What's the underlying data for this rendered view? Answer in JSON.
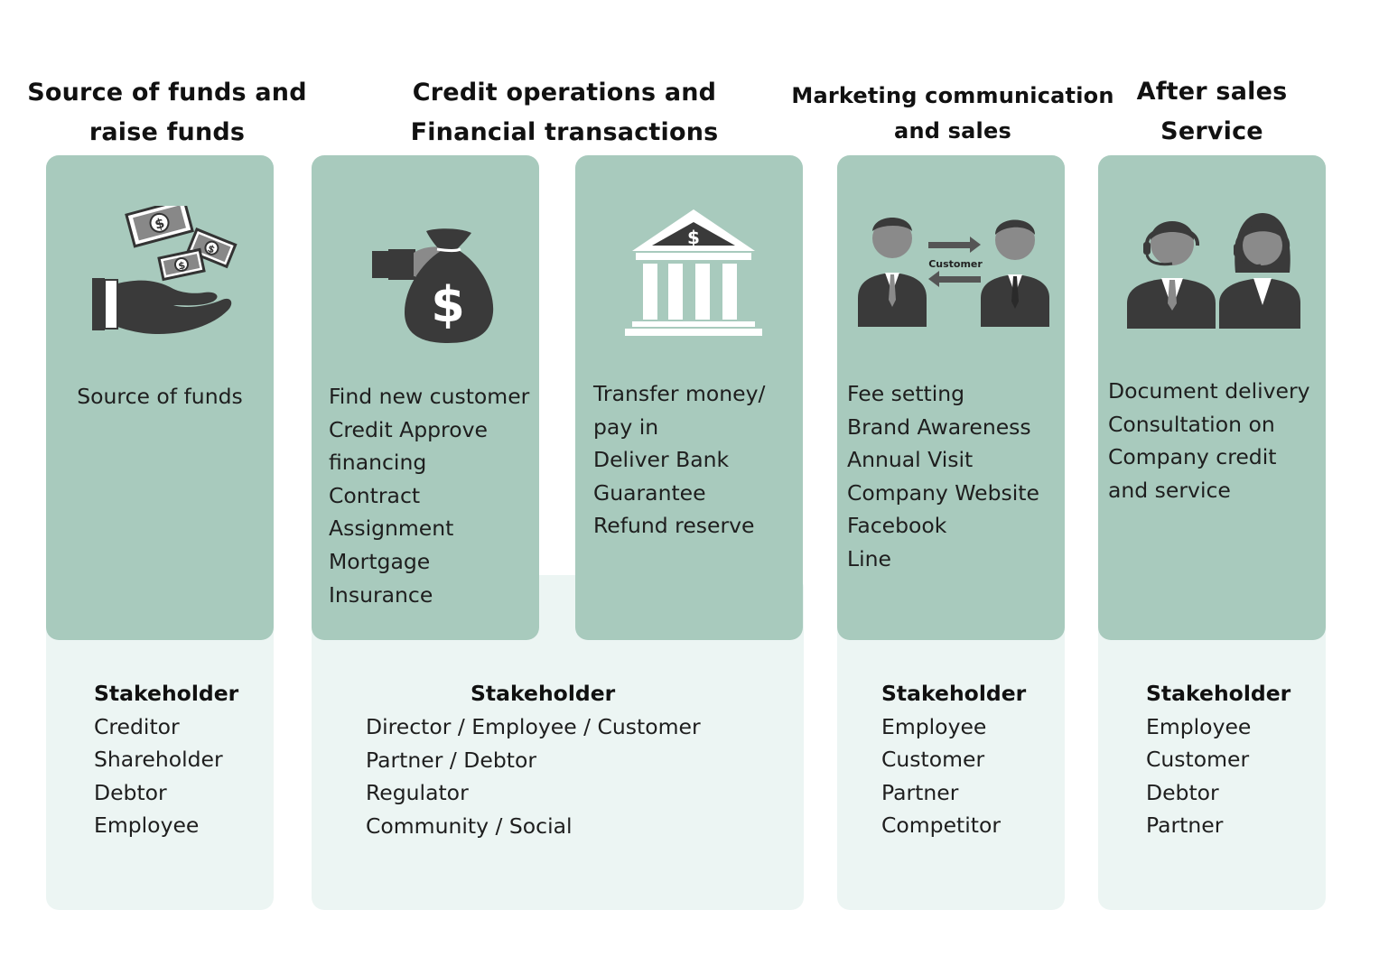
{
  "headings": {
    "col1": [
      "Source of funds and",
      "raise funds"
    ],
    "col2": [
      "Credit operations and",
      "Financial transactions"
    ],
    "col3": [
      "Marketing communication",
      "and sales"
    ],
    "col4": [
      "After sales",
      "Service"
    ]
  },
  "icons": {
    "card1": "money-hand-icon",
    "card2": "money-bag-icon",
    "card3": "bank-icon",
    "card4": "customer-exchange-icon",
    "card5": "support-agents-icon",
    "exchange_label": "Customer"
  },
  "cards": {
    "card1": [
      "Source of funds"
    ],
    "card2": [
      "Find new customer",
      "Credit Approve",
      "financing",
      "Contract",
      "Assignment",
      "Mortgage",
      "Insurance"
    ],
    "card3": [
      "Transfer money/",
      "pay in",
      "Deliver Bank",
      "Guarantee",
      "Refund reserve"
    ],
    "card4": [
      "Fee setting",
      "Brand Awareness",
      "Annual Visit",
      "Company Website",
      "Facebook",
      "Line"
    ],
    "card5": [
      "Document delivery",
      "Consultation on",
      "Company credit",
      "and service"
    ]
  },
  "stakeholders": {
    "title": "Stakeholder",
    "group1": [
      "Creditor",
      "Shareholder",
      "Debtor",
      "Employee"
    ],
    "group2": [
      "Director / Employee / Customer",
      "Partner / Debtor",
      "Regulator",
      "Community / Social"
    ],
    "group3": [
      "Employee",
      "Customer",
      "Partner",
      "Competitor"
    ],
    "group4": [
      "Employee",
      "Customer",
      "Debtor",
      "Partner"
    ]
  },
  "colors": {
    "card": "#a8cabd",
    "panel": "#ecf5f3",
    "icon_dark": "#3a3a3a",
    "icon_grey": "#8a8a8a"
  }
}
